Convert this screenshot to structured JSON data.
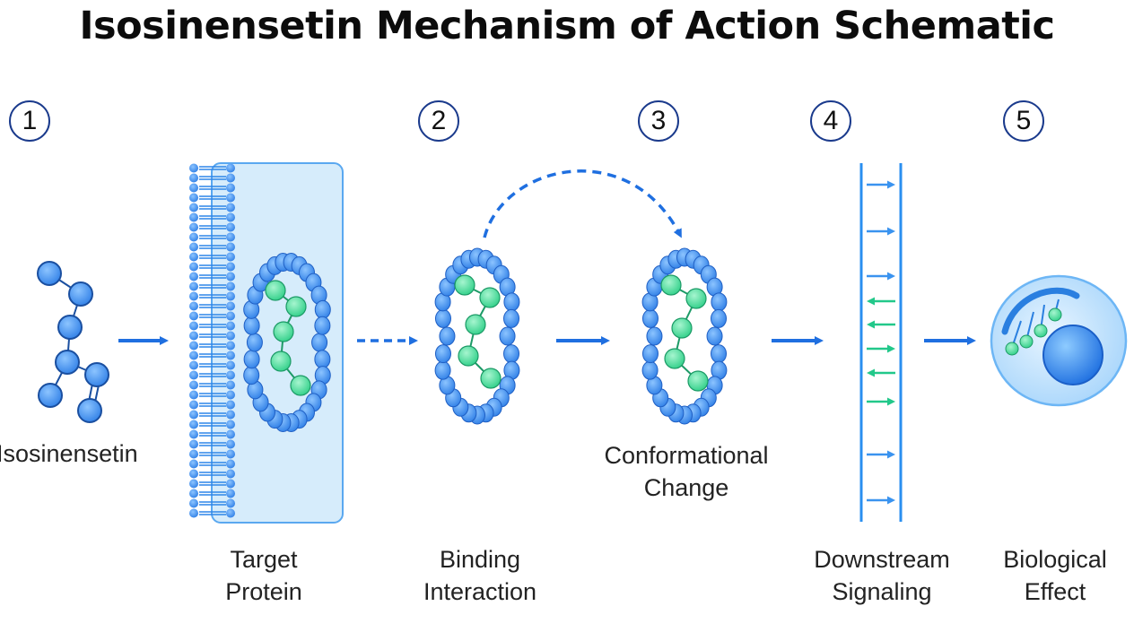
{
  "title": "Isosinensetin Mechanism of Action Schematic",
  "steps": [
    {
      "number": "1",
      "label": "Isosinensetin"
    },
    {
      "number": "2",
      "label_line1": "Binding",
      "label_line2": "Interaction"
    },
    {
      "number": "3",
      "label_line1": "Conformational",
      "label_line2": "Change"
    },
    {
      "number": "4",
      "label_line1": "Downstream",
      "label_line2": "Signaling"
    },
    {
      "number": "5",
      "label_line1": "Biological",
      "label_line2": "Effect"
    }
  ],
  "target": {
    "label_line1": "Target",
    "label_line2": "Protein"
  },
  "colors": {
    "arrow": "#1f6fe0",
    "bead": "#3e8ff0",
    "ligand": "#3ddc97",
    "membrane_fill": "#d6ecfb",
    "title": "#0c0c0c"
  }
}
